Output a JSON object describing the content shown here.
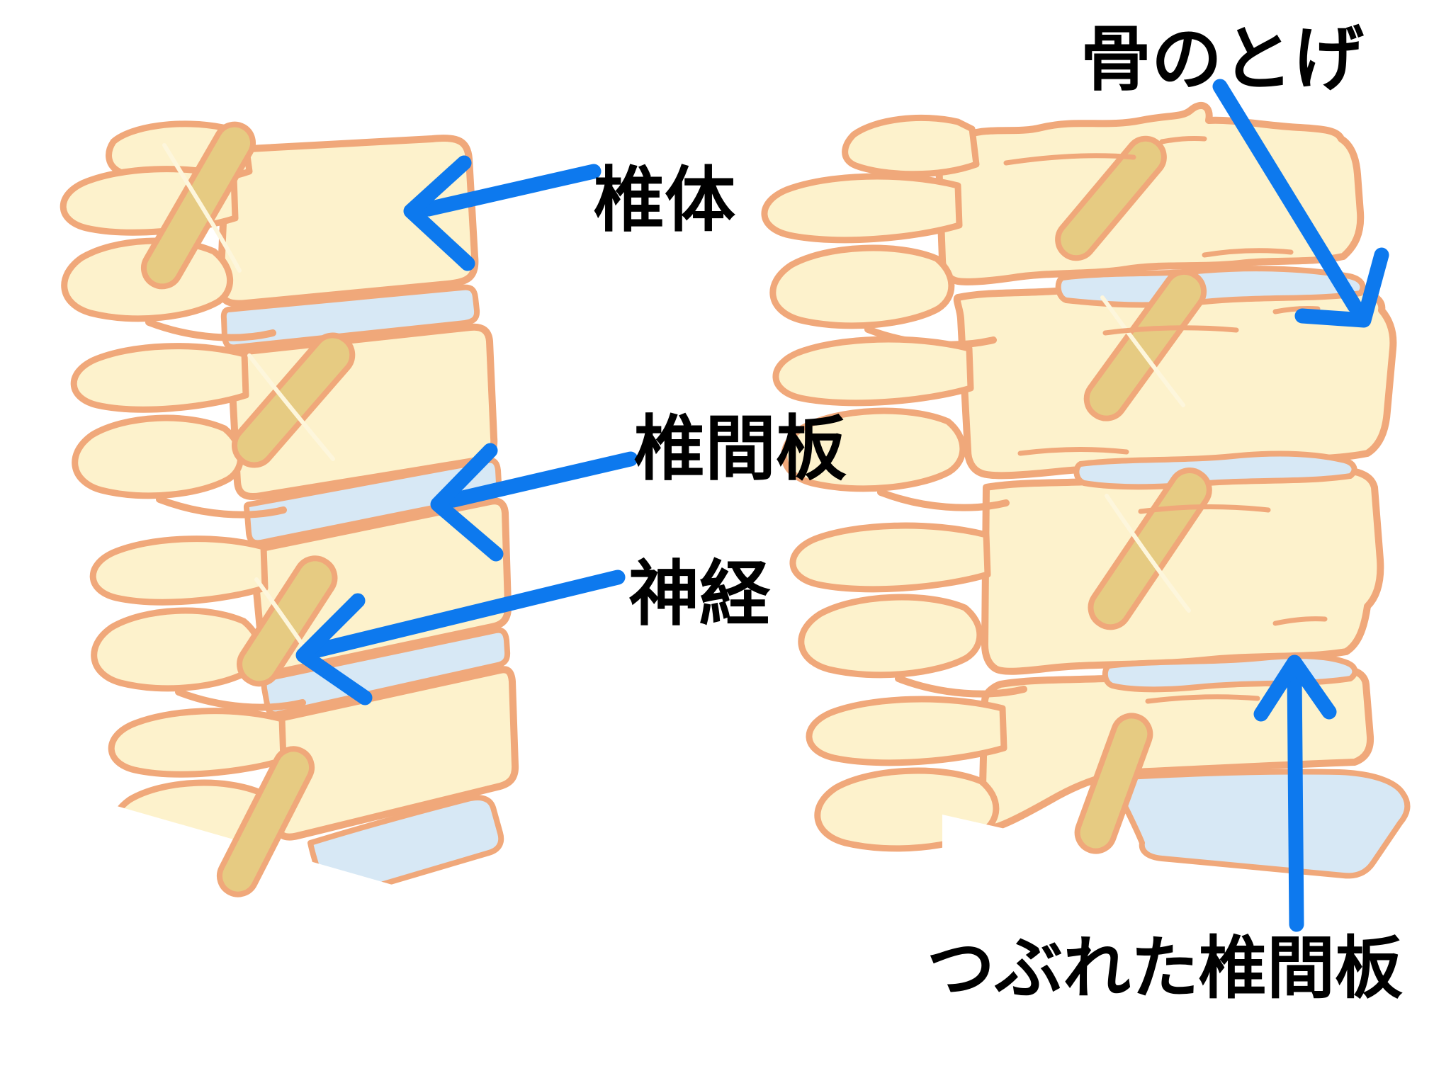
{
  "figure": {
    "panels": [
      {
        "name": "healthy-spine",
        "labels": [
          {
            "id": "vertebral-body",
            "text": "椎体"
          },
          {
            "id": "intervertebral-disc",
            "text": "椎間板"
          },
          {
            "id": "nerve",
            "text": "神経"
          }
        ]
      },
      {
        "name": "degenerated-spine",
        "labels": [
          {
            "id": "bone-spur",
            "text": "骨のとげ"
          },
          {
            "id": "crushed-disc",
            "text": "つぶれた椎間板"
          }
        ]
      }
    ],
    "colors": {
      "background": "#ffffff",
      "bone_fill": "#fdf2cc",
      "bone_outline": "#f0a87a",
      "disc_fill": "#d7e8f5",
      "nerve_fill": "#e6cb82",
      "arrow_blue": "#0d79ee",
      "label_text": "#000000"
    }
  }
}
